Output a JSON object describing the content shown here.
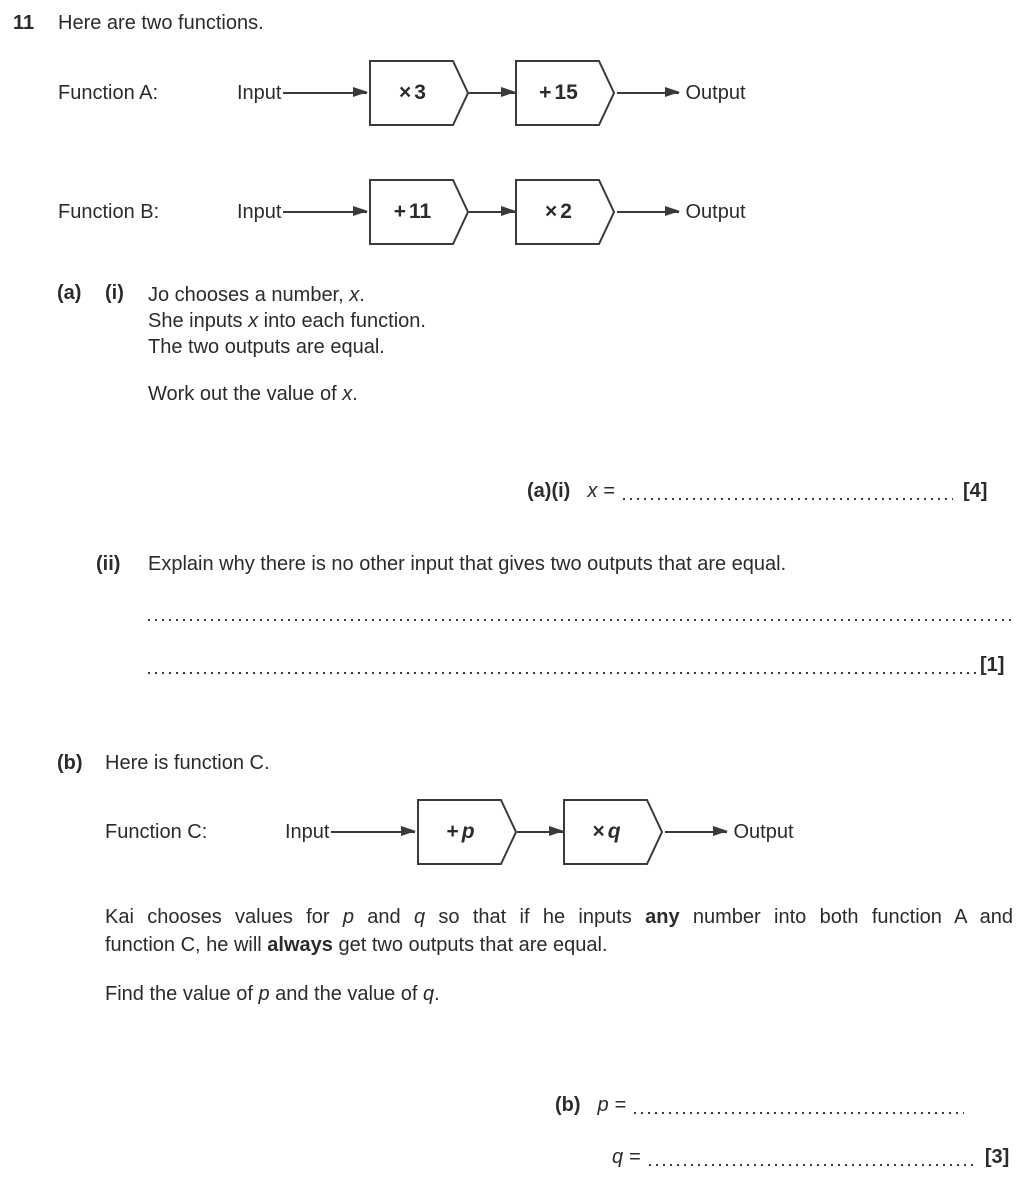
{
  "question": {
    "number": "11",
    "intro": "Here are two functions."
  },
  "machines": {
    "a": {
      "label": "Function A:",
      "input": "Input",
      "output": "Output",
      "box1": {
        "op": "×",
        "val": "3"
      },
      "box2": {
        "op": "+",
        "val": "15"
      }
    },
    "b": {
      "label": "Function B:",
      "input": "Input",
      "output": "Output",
      "box1": {
        "op": "+",
        "val": "11"
      },
      "box2": {
        "op": "×",
        "val": "2"
      }
    },
    "c": {
      "label": "Function C:",
      "input": "Input",
      "output": "Output",
      "box1": {
        "op": "+",
        "val": "p"
      },
      "box2": {
        "op": "×",
        "val": "q"
      }
    }
  },
  "part_a_i": {
    "label_a": "(a)",
    "label_i": "(i)",
    "line1_pre": "Jo chooses a number, ",
    "line1_var": "x",
    "line1_post": ".",
    "line2_pre": "She inputs ",
    "line2_var": "x",
    "line2_post": " into each function.",
    "line3": "The two outputs are equal.",
    "prompt_pre": "Work out the value of ",
    "prompt_var": "x",
    "prompt_post": ".",
    "answer_label": "(a)(i)",
    "answer_var": "x",
    "answer_eq": "=",
    "marks": "[4]"
  },
  "part_a_ii": {
    "label": "(ii)",
    "prompt": "Explain why there is no other input that gives two outputs that are equal.",
    "marks": "[1]"
  },
  "part_b": {
    "label": "(b)",
    "intro": "Here is function C.",
    "kai_l1_pre": "Kai chooses values for ",
    "kai_l1_p": "p",
    "kai_l1_mid1": " and ",
    "kai_l1_q": "q",
    "kai_l1_mid2": " so that if he inputs ",
    "kai_l1_any": "any",
    "kai_l1_post": " number into both function A and",
    "kai_l2_pre": "function C, he will ",
    "kai_l2_always": "always",
    "kai_l2_post": " get two outputs that are equal.",
    "find_pre": "Find the value of ",
    "find_p": "p",
    "find_mid": " and the value of ",
    "find_q": "q",
    "find_post": ".",
    "answer_label": "(b)",
    "p_var": "p",
    "q_var": "q",
    "eq": "=",
    "marks": "[3]"
  }
}
